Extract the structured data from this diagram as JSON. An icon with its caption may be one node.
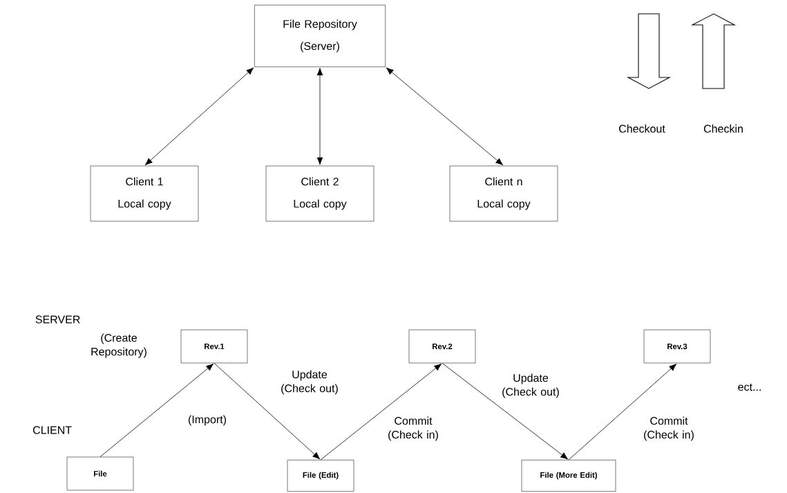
{
  "diagram": {
    "nodes": [
      {
        "text": [
          "File Repository",
          "(Server)"
        ]
      },
      {
        "text": [
          "Client 1",
          "Local copy"
        ]
      },
      {
        "text": [
          "Client 2",
          "Local copy"
        ]
      },
      {
        "text": [
          "Client n",
          "Local copy"
        ]
      },
      {
        "text": [
          "Rev.1"
        ]
      },
      {
        "text": [
          "Rev.2"
        ]
      },
      {
        "text": [
          "Rev.3"
        ]
      },
      {
        "text": [
          "File"
        ]
      },
      {
        "text": [
          "File (Edit)"
        ]
      },
      {
        "text": [
          "File (More Edit)"
        ]
      }
    ],
    "edges": [
      {
        "from": 0,
        "to": 1,
        "arrow": "both"
      },
      {
        "from": 0,
        "to": 2,
        "arrow": "both"
      },
      {
        "from": 0,
        "to": 3,
        "arrow": "both"
      },
      {
        "from": 7,
        "to": 4,
        "arrow": "to",
        "label": "(Import)"
      },
      {
        "from": 4,
        "to": 8,
        "arrow": "to",
        "label": "Update (Check out)"
      },
      {
        "from": 8,
        "to": 5,
        "arrow": "to",
        "label": "Commit (Check in)"
      },
      {
        "from": 5,
        "to": 9,
        "arrow": "to",
        "label": "Update (Check out)"
      },
      {
        "from": 9,
        "to": 6,
        "arrow": "to",
        "label": "Commit (Check in)"
      }
    ],
    "labels": [
      "SERVER",
      "(Create Repository)",
      "CLIENT",
      "ect..."
    ],
    "legend": [
      {
        "text": "Checkout"
      },
      {
        "text": "Checkin"
      }
    ]
  }
}
